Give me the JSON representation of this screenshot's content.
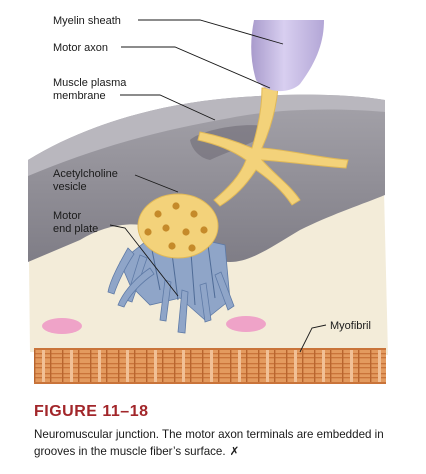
{
  "labels": {
    "myelin_sheath": "Myelin sheath",
    "motor_axon": "Motor axon",
    "muscle_plasma_membrane": [
      "Muscle plasma",
      "membrane"
    ],
    "acetylcholine_vesicle": [
      "Acetylcholine",
      "vesicle"
    ],
    "motor_end_plate": [
      "Motor",
      "end plate"
    ],
    "myofibril": "Myofibril"
  },
  "figure": {
    "title": "FIGURE 11–18",
    "caption": "Neuromuscular junction. The motor axon terminals are embedded in grooves in the muscle fiber’s surface.",
    "caption_mark": "✗"
  },
  "colors": {
    "muscle_surface": "#8d8b94",
    "muscle_top": "#a9a7ae",
    "axon": "#f3d27a",
    "myelin": "#c9bde4",
    "receptors": "#8fa5c8",
    "interior": "#f3ecd9",
    "myofibril": "#e0955a",
    "title": "#a2262a"
  }
}
